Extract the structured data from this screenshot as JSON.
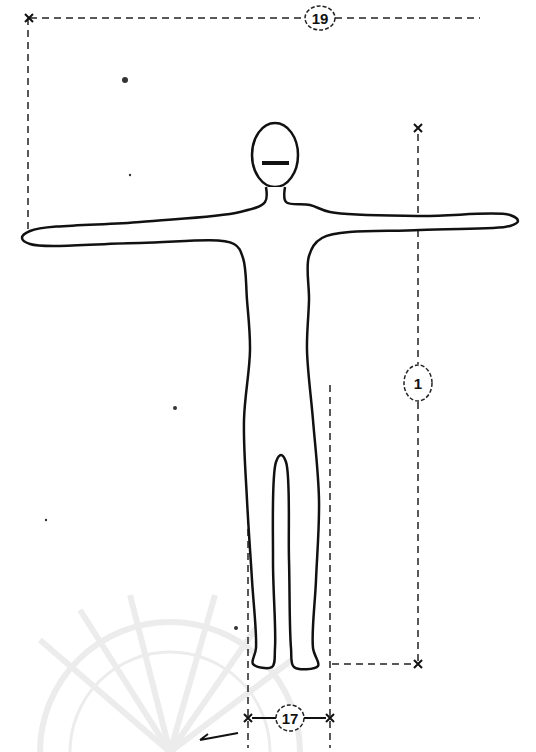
{
  "diagram": {
    "labels": [
      "19",
      "1",
      "17"
    ]
  }
}
